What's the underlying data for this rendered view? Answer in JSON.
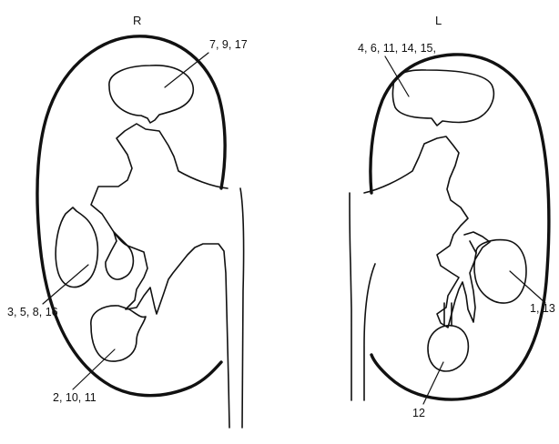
{
  "right_kidney": {
    "side_label": "R",
    "labels": {
      "upper_calyx": "7, 9, 17",
      "middle_calyx": "3, 5, 8, 16",
      "lower_calyx": "2, 10, 11"
    }
  },
  "left_kidney": {
    "side_label": "L",
    "labels": {
      "upper_calyx": "4, 6, 11, 14, 15,",
      "middle_calyx": "1, 13",
      "lower_calyx": "12"
    }
  }
}
